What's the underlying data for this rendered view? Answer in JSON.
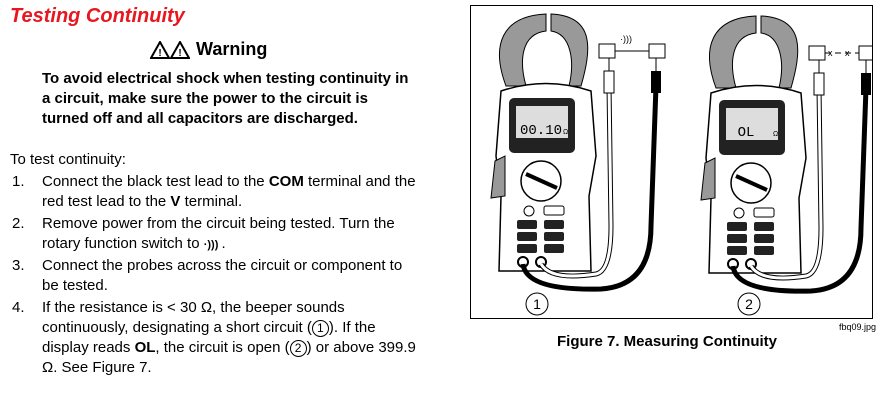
{
  "title": "Testing Continuity",
  "warning": {
    "label": "Warning",
    "text": "To avoid electrical shock when testing continuity in a circuit, make sure the power to the circuit is turned off and all capacitors are discharged."
  },
  "intro": "To test continuity:",
  "steps": [
    {
      "num": "1.",
      "a": "Connect the black test lead to the ",
      "b": "COM",
      "c": " terminal and the red test lead to the ",
      "d": "V",
      "e": " terminal."
    },
    {
      "num": "2.",
      "text": "Remove power from the circuit being tested. Turn the rotary function switch to ",
      "icon": "·))) ",
      "end": "."
    },
    {
      "num": "3.",
      "text": "Connect the probes across the circuit or component to be tested."
    },
    {
      "num": "4.",
      "a": "If the resistance is < 30 Ω, the beeper sounds continuously, designating a short circuit (",
      "c1": "1",
      "b": "). If the display reads ",
      "ol": "OL",
      "c": ", the circuit is open (",
      "c2": "2",
      "d": ") or above 399.9 Ω. See Figure 7."
    }
  ],
  "figure": {
    "caption": "Figure 7. Measuring Continuity",
    "filename": "fbq09.jpg",
    "display1": "00.10",
    "display2": "OL",
    "label1": "1",
    "label2": "2",
    "unit": "Ω"
  }
}
